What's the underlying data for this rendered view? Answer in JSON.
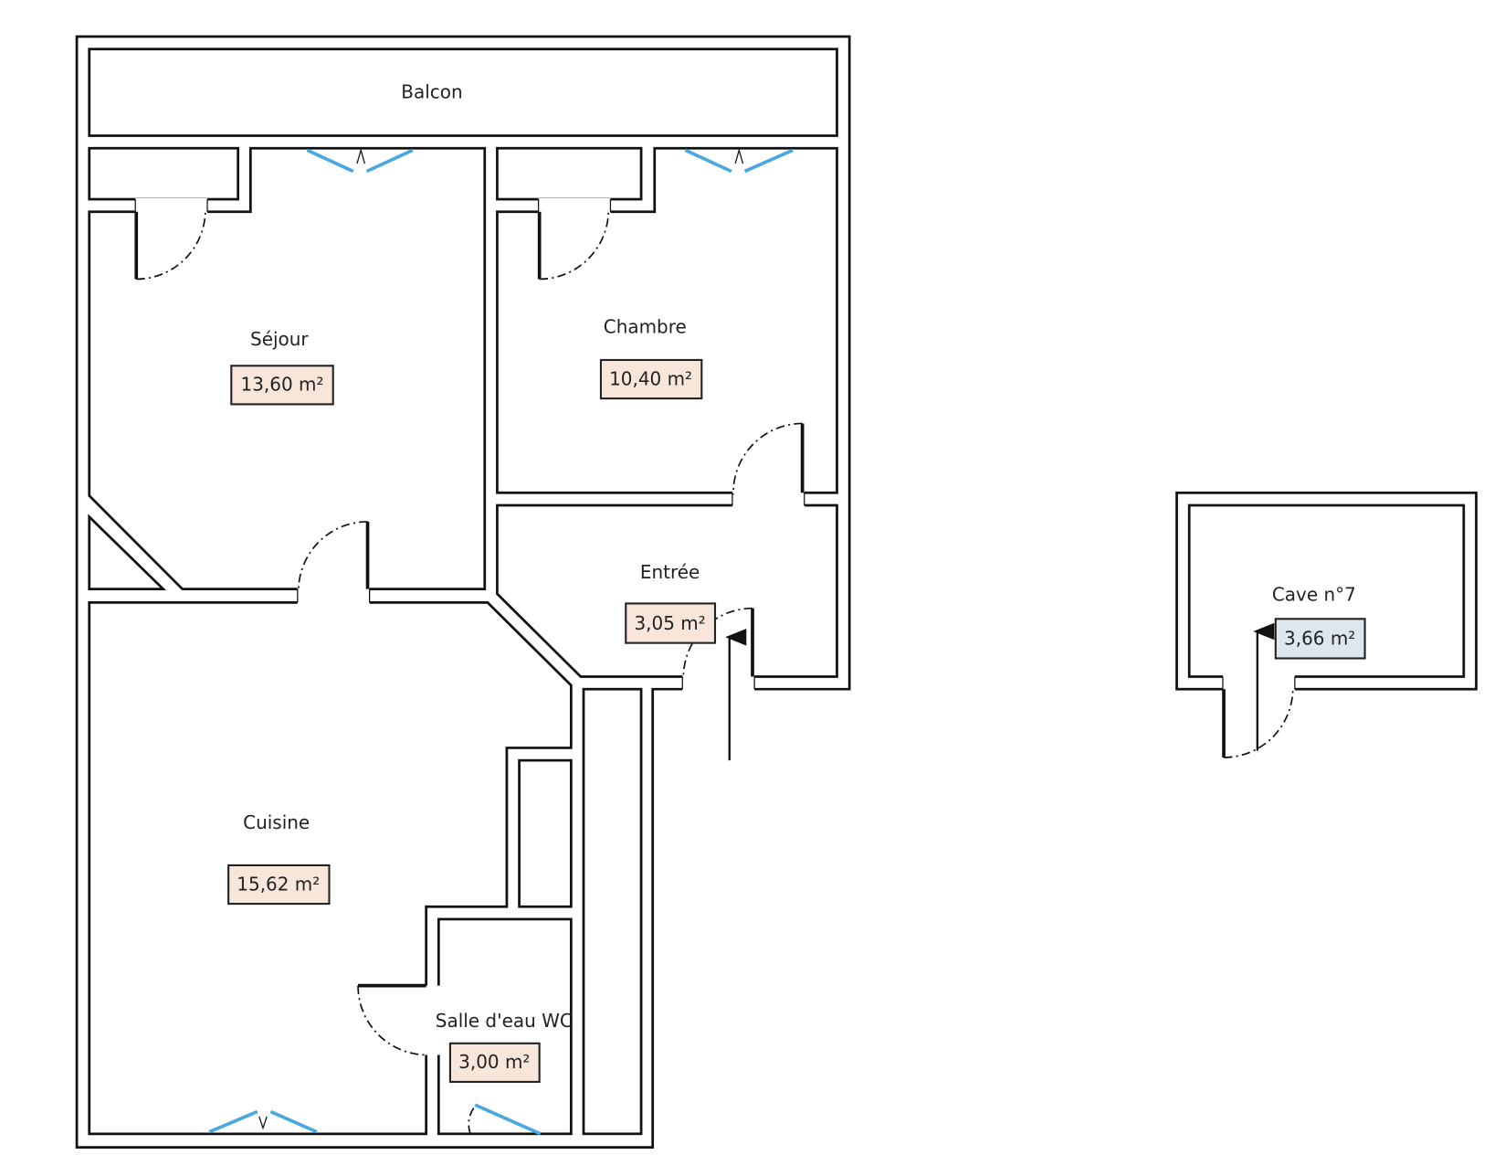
{
  "plan": {
    "rooms": {
      "balcon": {
        "name": "Balcon"
      },
      "sejour": {
        "name": "Séjour",
        "area": "13,60 m²"
      },
      "chambre": {
        "name": "Chambre",
        "area": "10,40 m²"
      },
      "entree": {
        "name": "Entrée",
        "area": "3,05 m²"
      },
      "cuisine": {
        "name": "Cuisine",
        "area": "15,62 m²"
      },
      "salle_eau": {
        "name": "Salle d'eau WC",
        "area": "3,00 m²"
      },
      "cave": {
        "name": "Cave n°7",
        "area": "3,66 m²"
      }
    },
    "colors": {
      "area_box": "#f8e6da",
      "cave_box": "#dfe7ee",
      "window": "#4aa8e0"
    }
  }
}
